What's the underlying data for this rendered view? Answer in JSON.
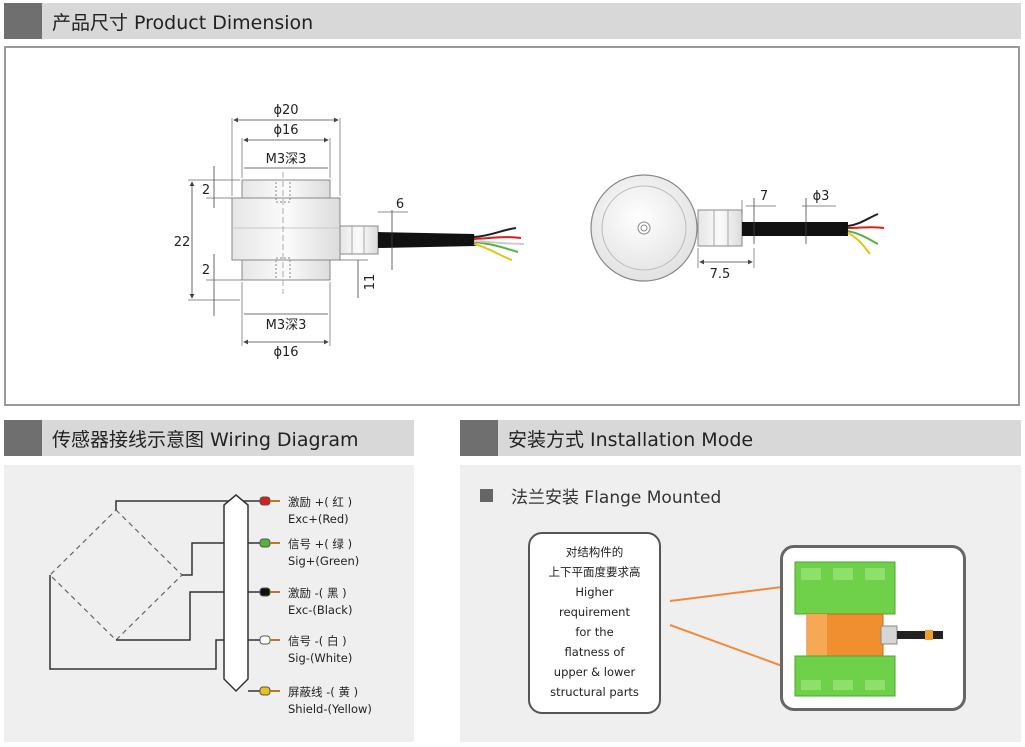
{
  "headers": {
    "product_dimension": "产品尺寸 Product Dimension",
    "wiring_diagram": "传感器接线示意图 Wiring Diagram",
    "installation_mode": "安装方式 Installation Mode"
  },
  "dimensions": {
    "phi20": "ϕ20",
    "phi16_top": "ϕ16",
    "thread_top": "M3深3",
    "thread_bottom": "M3深3",
    "phi16_bottom": "ϕ16",
    "two_top": "2",
    "two_bottom": "2",
    "height_22": "22",
    "six": "6",
    "eleven": "11",
    "seven": "7",
    "phi3": "ϕ3",
    "seven_five": "7.5"
  },
  "wiring": {
    "wires": [
      {
        "cn": "激励 +( 红 )",
        "en": "Exc+(Red)",
        "color": "#d32020"
      },
      {
        "cn": "信号 +( 绿 )",
        "en": "Sig+(Green)",
        "color": "#58b33c"
      },
      {
        "cn": "激励 -( 黑 )",
        "en": "Exc-(Black)",
        "color": "#111111"
      },
      {
        "cn": "信号 -( 白 )",
        "en": "Sig-(White)",
        "color": "#ffffff"
      },
      {
        "cn": "屏蔽线 -( 黄 )",
        "en": "Shield-(Yellow)",
        "color": "#e8c21c"
      }
    ]
  },
  "installation": {
    "flange_title": "法兰安装 Flange Mounted",
    "note_lines": [
      "对结构件的",
      "上下平面度要求高",
      "Higher",
      "requirement",
      "for the",
      "flatness of",
      "upper & lower",
      "structural parts"
    ],
    "arrow_color": "#f08a3c"
  }
}
